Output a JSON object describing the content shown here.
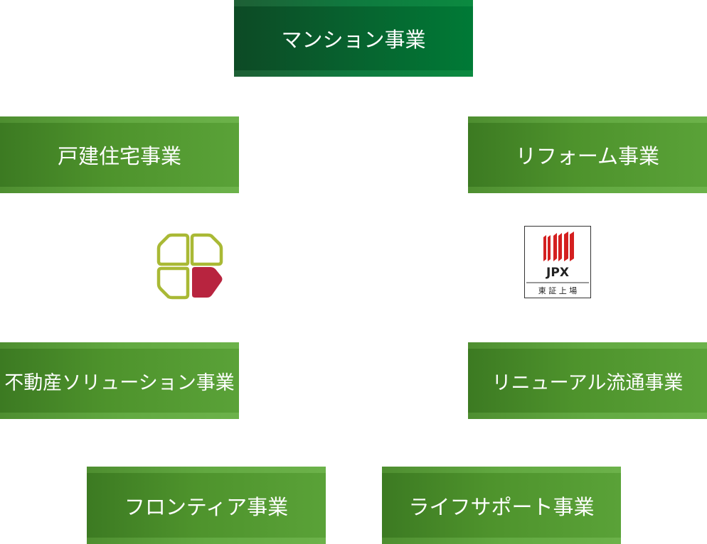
{
  "nodes": {
    "mansion": "マンション事業",
    "kodate": "戸建住宅事業",
    "reform": "リフォーム事業",
    "fudosan": "不動産ソリューション事業",
    "renewal": "リニューアル流通事業",
    "frontier": "フロンティア事業",
    "lifesupport": "ライフサポート事業"
  },
  "jpx_logo": {
    "brand": "JPX",
    "caption": "東 証 上 場"
  },
  "colors": {
    "dark_green": "#0b5a2c",
    "light_green": "#4e932c",
    "clover_outline": "#a9b935",
    "clover_accent": "#b8243f",
    "jpx_red": "#d42020"
  }
}
